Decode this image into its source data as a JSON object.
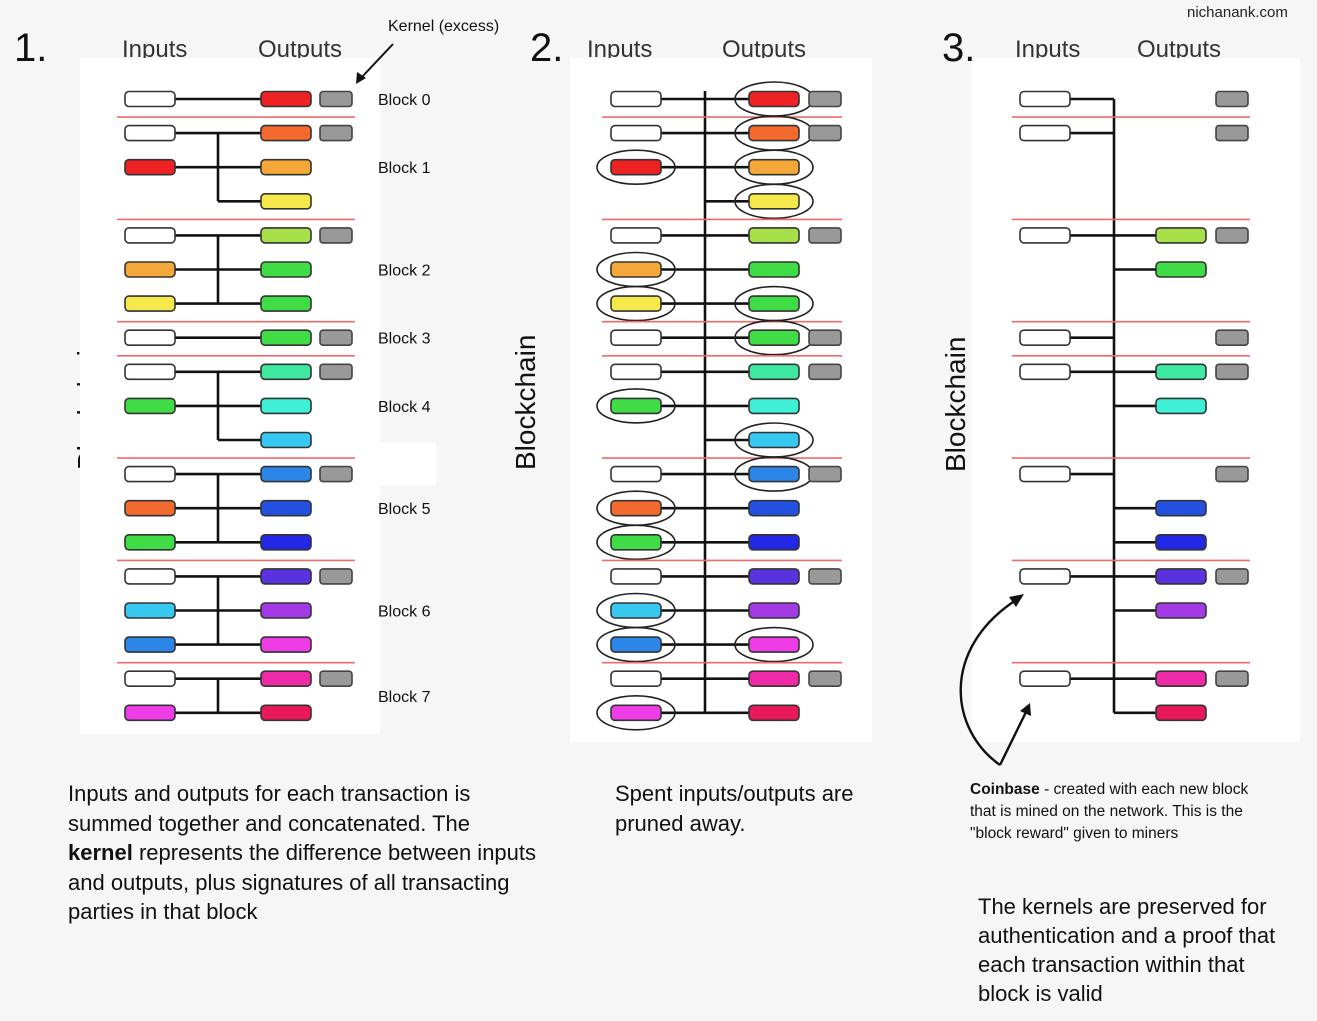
{
  "credit": "nichanank.com",
  "column_headers": {
    "inputs": "Inputs",
    "outputs": "Outputs"
  },
  "blockchain_label": "Blockchain",
  "kernel_annotation": "Kernel (excess)",
  "panels": [
    {
      "number": "1.",
      "caption_prefix": "Inputs and outputs for each transaction is summed together and concatenated. The ",
      "caption_bold": "kernel",
      "caption_suffix": " represents the difference between inputs and outputs, plus signatures of all transacting parties in that block"
    },
    {
      "number": "2.",
      "caption": "Spent inputs/outputs are pruned away."
    },
    {
      "number": "3.",
      "coinbase_title": "Coinbase",
      "coinbase_text": " - created with each new block that is mined on the network. This is the \"block reward\" given to miners",
      "footer_note": "The kernels are preserved for authentication and a proof that each transaction within that block is valid"
    }
  ],
  "blocks": [
    {
      "label": "Block 0",
      "kernel": true,
      "inputs": [
        "coinbase"
      ],
      "outputs": [
        "red"
      ]
    },
    {
      "label": "Block 1",
      "kernel": true,
      "inputs": [
        "coinbase",
        "red"
      ],
      "outputs": [
        "orange-red",
        "orange",
        "yellow"
      ]
    },
    {
      "label": "Block 2",
      "kernel": true,
      "inputs": [
        "coinbase",
        "orange",
        "yellow"
      ],
      "outputs": [
        "yellow-green",
        "green",
        "green"
      ]
    },
    {
      "label": "Block 3",
      "kernel": true,
      "inputs": [
        "coinbase"
      ],
      "outputs": [
        "green"
      ]
    },
    {
      "label": "Block 4",
      "kernel": true,
      "inputs": [
        "coinbase",
        "green"
      ],
      "outputs": [
        "mint",
        "turquoise",
        "sky"
      ]
    },
    {
      "label": "Block 5",
      "kernel": true,
      "inputs": [
        "coinbase",
        "orange-red",
        "green"
      ],
      "outputs": [
        "blue",
        "royal-blue",
        "indigo"
      ]
    },
    {
      "label": "Block 6",
      "kernel": true,
      "inputs": [
        "coinbase",
        "sky",
        "blue"
      ],
      "outputs": [
        "violet",
        "purple",
        "magenta"
      ]
    },
    {
      "label": "Block 7",
      "kernel": true,
      "inputs": [
        "coinbase",
        "magenta"
      ],
      "outputs": [
        "hot-pink",
        "crimson"
      ]
    }
  ],
  "pruned": {
    "spent_inputs": [
      [
        1,
        1
      ],
      [
        2,
        1
      ],
      [
        2,
        2
      ],
      [
        4,
        1
      ],
      [
        5,
        1
      ],
      [
        5,
        2
      ],
      [
        6,
        1
      ],
      [
        6,
        2
      ],
      [
        7,
        1
      ]
    ],
    "spent_outputs": [
      [
        0,
        0
      ],
      [
        1,
        0
      ],
      [
        1,
        1
      ],
      [
        1,
        2
      ],
      [
        2,
        2
      ],
      [
        3,
        0
      ],
      [
        4,
        2
      ],
      [
        5,
        0
      ],
      [
        6,
        2
      ]
    ]
  },
  "colors": {
    "coinbase": "#ffffff",
    "red": "#ee2222",
    "orange-red": "#f26a2e",
    "orange": "#f5a83a",
    "yellow": "#f4e84a",
    "yellow-green": "#a8e04c",
    "green": "#3fdc45",
    "mint": "#3ee8a0",
    "turquoise": "#3ef0d6",
    "sky": "#36c8f0",
    "blue": "#2c86e8",
    "royal-blue": "#2250e0",
    "indigo": "#2228e6",
    "violet": "#5a32e0",
    "purple": "#a43ae6",
    "magenta": "#ee3ce6",
    "hot-pink": "#ee2aa6",
    "crimson": "#e8195a",
    "kernel": "#999999",
    "separator": "#ef6a6a",
    "line": "#111111"
  }
}
